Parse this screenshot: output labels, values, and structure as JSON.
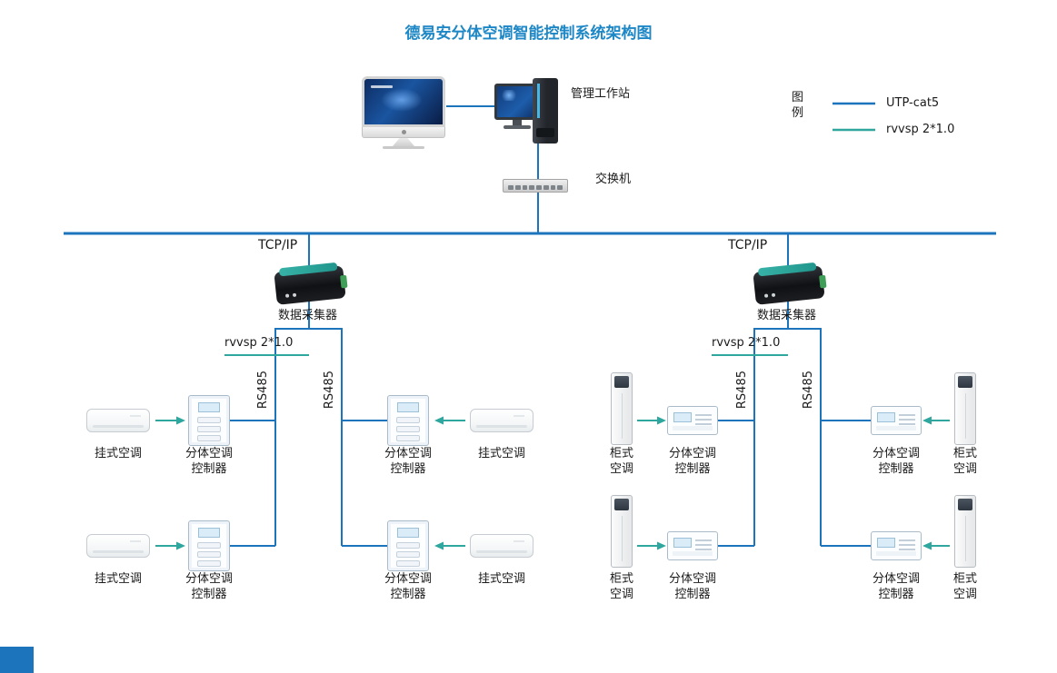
{
  "title": "德易安分体空调智能控制系统架构图",
  "legend": {
    "label_char1": "图",
    "label_char2": "例",
    "items": [
      {
        "label": "UTP-cat5"
      },
      {
        "label": "rvvsp 2*1.0"
      }
    ]
  },
  "labels": {
    "workstation": "管理工作站",
    "switch": "交换机",
    "tcpip": "TCP/IP",
    "data_collector": "数据采集器",
    "rvvsp": "rvvsp 2*1.0",
    "rs485": "RS485",
    "wall_ac": "挂式空调",
    "split_controller_line1": "分体空调",
    "split_controller_line2": "控制器",
    "cabinet_ac_line1": "柜式",
    "cabinet_ac_line2": "空调"
  },
  "colors": {
    "utp": "#1c75bc",
    "rvvsp": "#2fa79e",
    "title": "#1e87c5",
    "text": "#1a1a1a"
  }
}
